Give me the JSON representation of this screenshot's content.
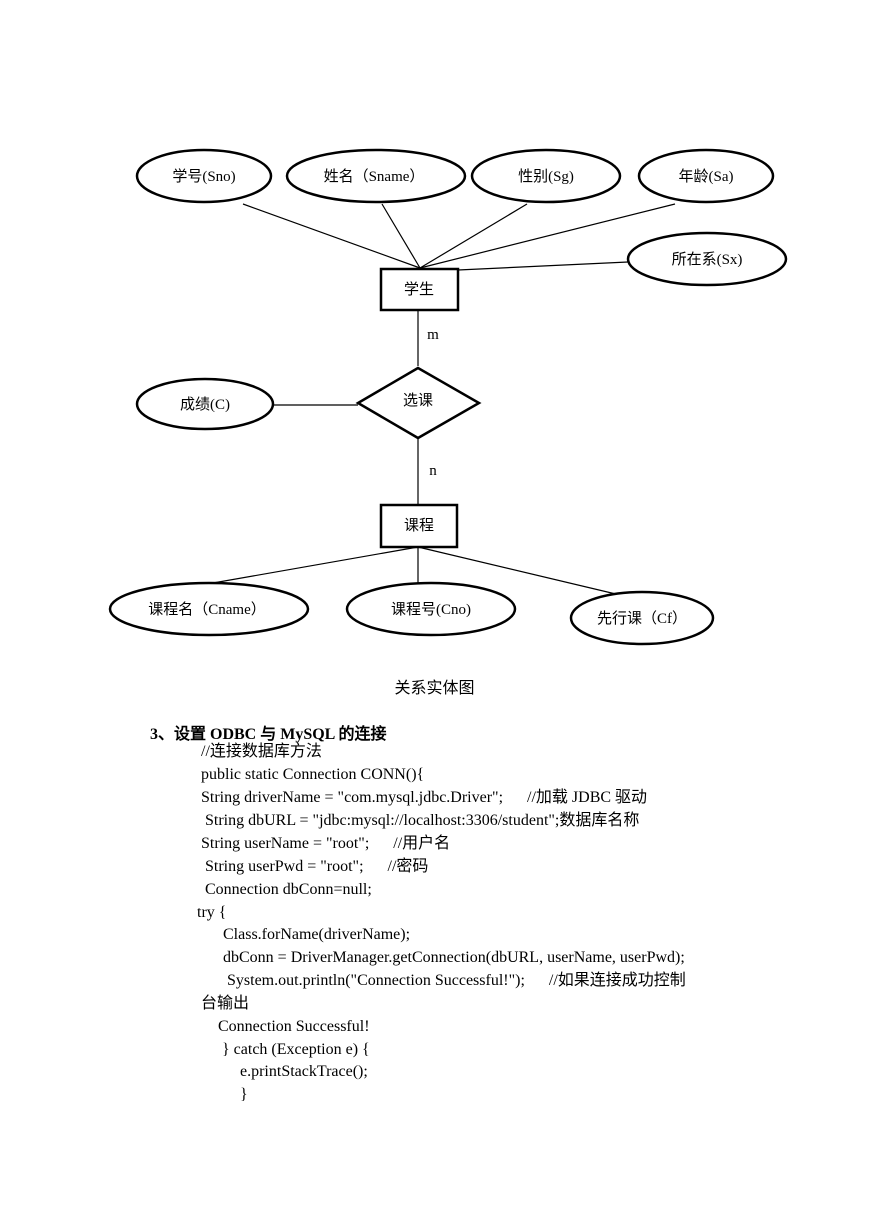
{
  "diagram": {
    "student_attrs": {
      "sno": "学号(Sno)",
      "sname": "姓名（Sname）",
      "sg": "性别(Sg)",
      "sa": "年龄(Sa)",
      "sx": "所在系(Sx)"
    },
    "entity_student": "学生",
    "relationship": "选课",
    "rel_attr": "成绩(C)",
    "card_m": "m",
    "card_n": "n",
    "entity_course": "课程",
    "course_attrs": {
      "cname": "课程名（Cname）",
      "cno": "课程号(Cno)",
      "cf": "先行课（Cf）"
    }
  },
  "caption": "关系实体图",
  "section_heading": "3、设置 ODBC 与 MySQL 的连接",
  "code_lines": [
    "//连接数据库方法",
    "public static Connection CONN(){",
    "String driverName = \"com.mysql.jdbc.Driver\";      //加载 JDBC 驱动",
    " String dbURL = \"jdbc:mysql://localhost:3306/student\";数据库名称",
    "String userName = \"root\";      //用户名",
    " String userPwd = \"root\";      //密码",
    " Connection dbConn=null;",
    "try {",
    "Class.forName(driverName);",
    "dbConn = DriverManager.getConnection(dbURL, userName, userPwd);",
    " System.out.println(\"Connection Successful!\");      //如果连接成功控制",
    "台输出",
    "Connection Successful!",
    "} catch (Exception e) {",
    "e.printStackTrace();",
    "}"
  ]
}
